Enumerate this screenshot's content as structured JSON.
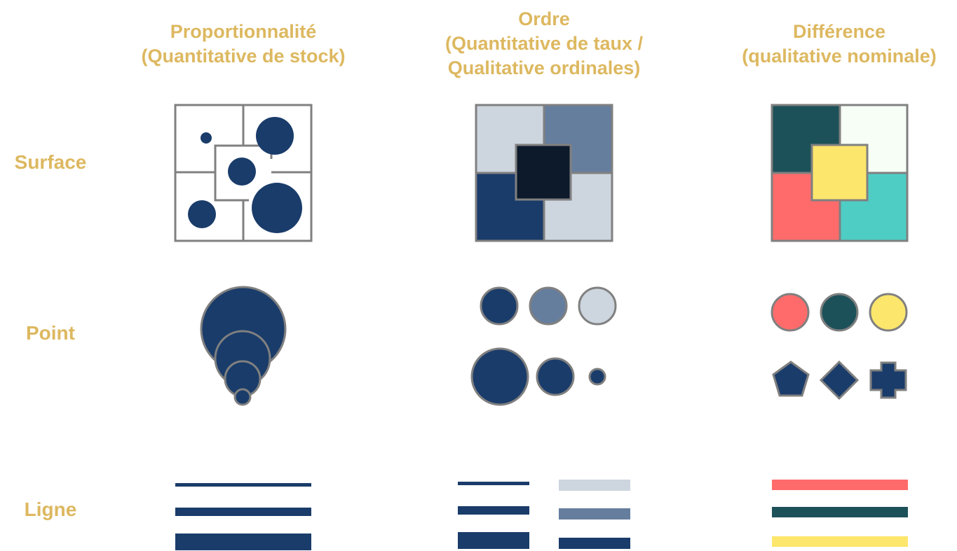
{
  "colors": {
    "heading": "#DDB860",
    "outline": "#808080",
    "navy": "#1A3C6A",
    "steel": "#667E9E",
    "light": "#CDD5DF",
    "darkest": "#0C1A2B",
    "teal_dark": "#1D5159",
    "mint_white": "#F6FEF6",
    "yellow": "#FDE66C",
    "coral": "#FF6B6B",
    "turquoise": "#4ECDC4"
  },
  "columns": {
    "proportionnalite": {
      "line1": "Proportionnalité",
      "line2": "(Quantitative de stock)"
    },
    "ordre": {
      "line1": "Ordre",
      "line2": "(Quantitative de taux /",
      "line3": "Qualitative ordinales)"
    },
    "difference": {
      "line1": "Différence",
      "line2": "(qualitative nominale)"
    }
  },
  "rows": {
    "surface": "Surface",
    "point": "Point",
    "ligne": "Ligne"
  },
  "icons": {
    "difference_point_shapes": [
      "pentagon-icon",
      "diamond-icon",
      "cross-icon"
    ]
  }
}
